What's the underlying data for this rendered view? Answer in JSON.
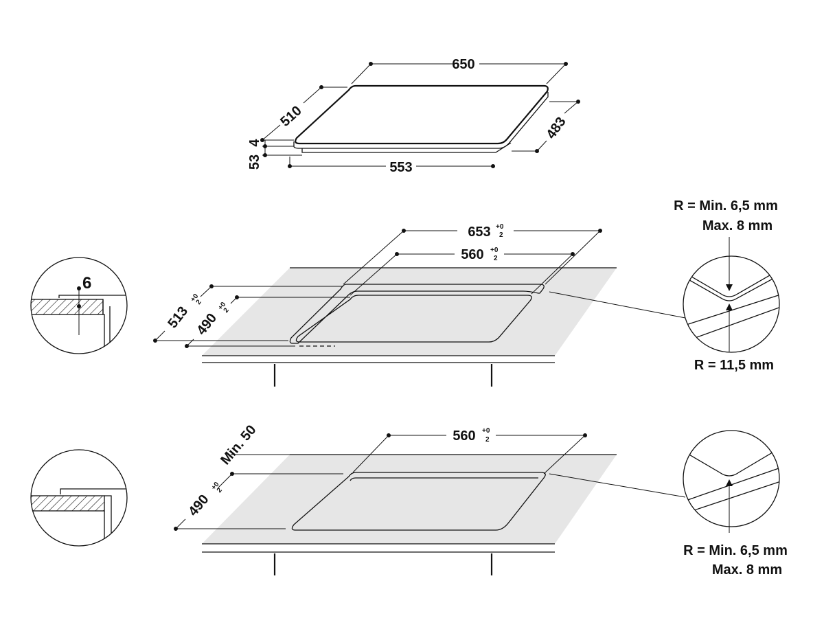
{
  "top": {
    "width": "650",
    "depth": "510",
    "body_depth": "483",
    "body_width": "553",
    "glass_thickness": "4",
    "height": "53"
  },
  "middle": {
    "outer_width": "653",
    "outer_width_tol_top": "+0",
    "outer_width_tol_bottom": "2",
    "inner_width": "560",
    "inner_width_tol_top": "+0",
    "inner_width_tol_bottom": "2",
    "outer_depth": "513",
    "outer_depth_tol_top": "+0",
    "outer_depth_tol_bottom": "2",
    "inner_depth": "490",
    "inner_depth_tol_top": "+0",
    "inner_depth_tol_bottom": "2",
    "detail_recess": "6",
    "corner_note_line1": "R = Min. 6,5 mm",
    "corner_note_line2": "Max. 8 mm",
    "corner_note_inner": "R = 11,5 mm"
  },
  "bottom": {
    "width": "560",
    "width_tol_top": "+0",
    "width_tol_bottom": "2",
    "depth": "490",
    "depth_tol_top": "+0",
    "depth_tol_bottom": "2",
    "min_distance": "Min. 50",
    "corner_note_line1": "R = Min. 6,5 mm",
    "corner_note_line2": "Max. 8 mm"
  }
}
